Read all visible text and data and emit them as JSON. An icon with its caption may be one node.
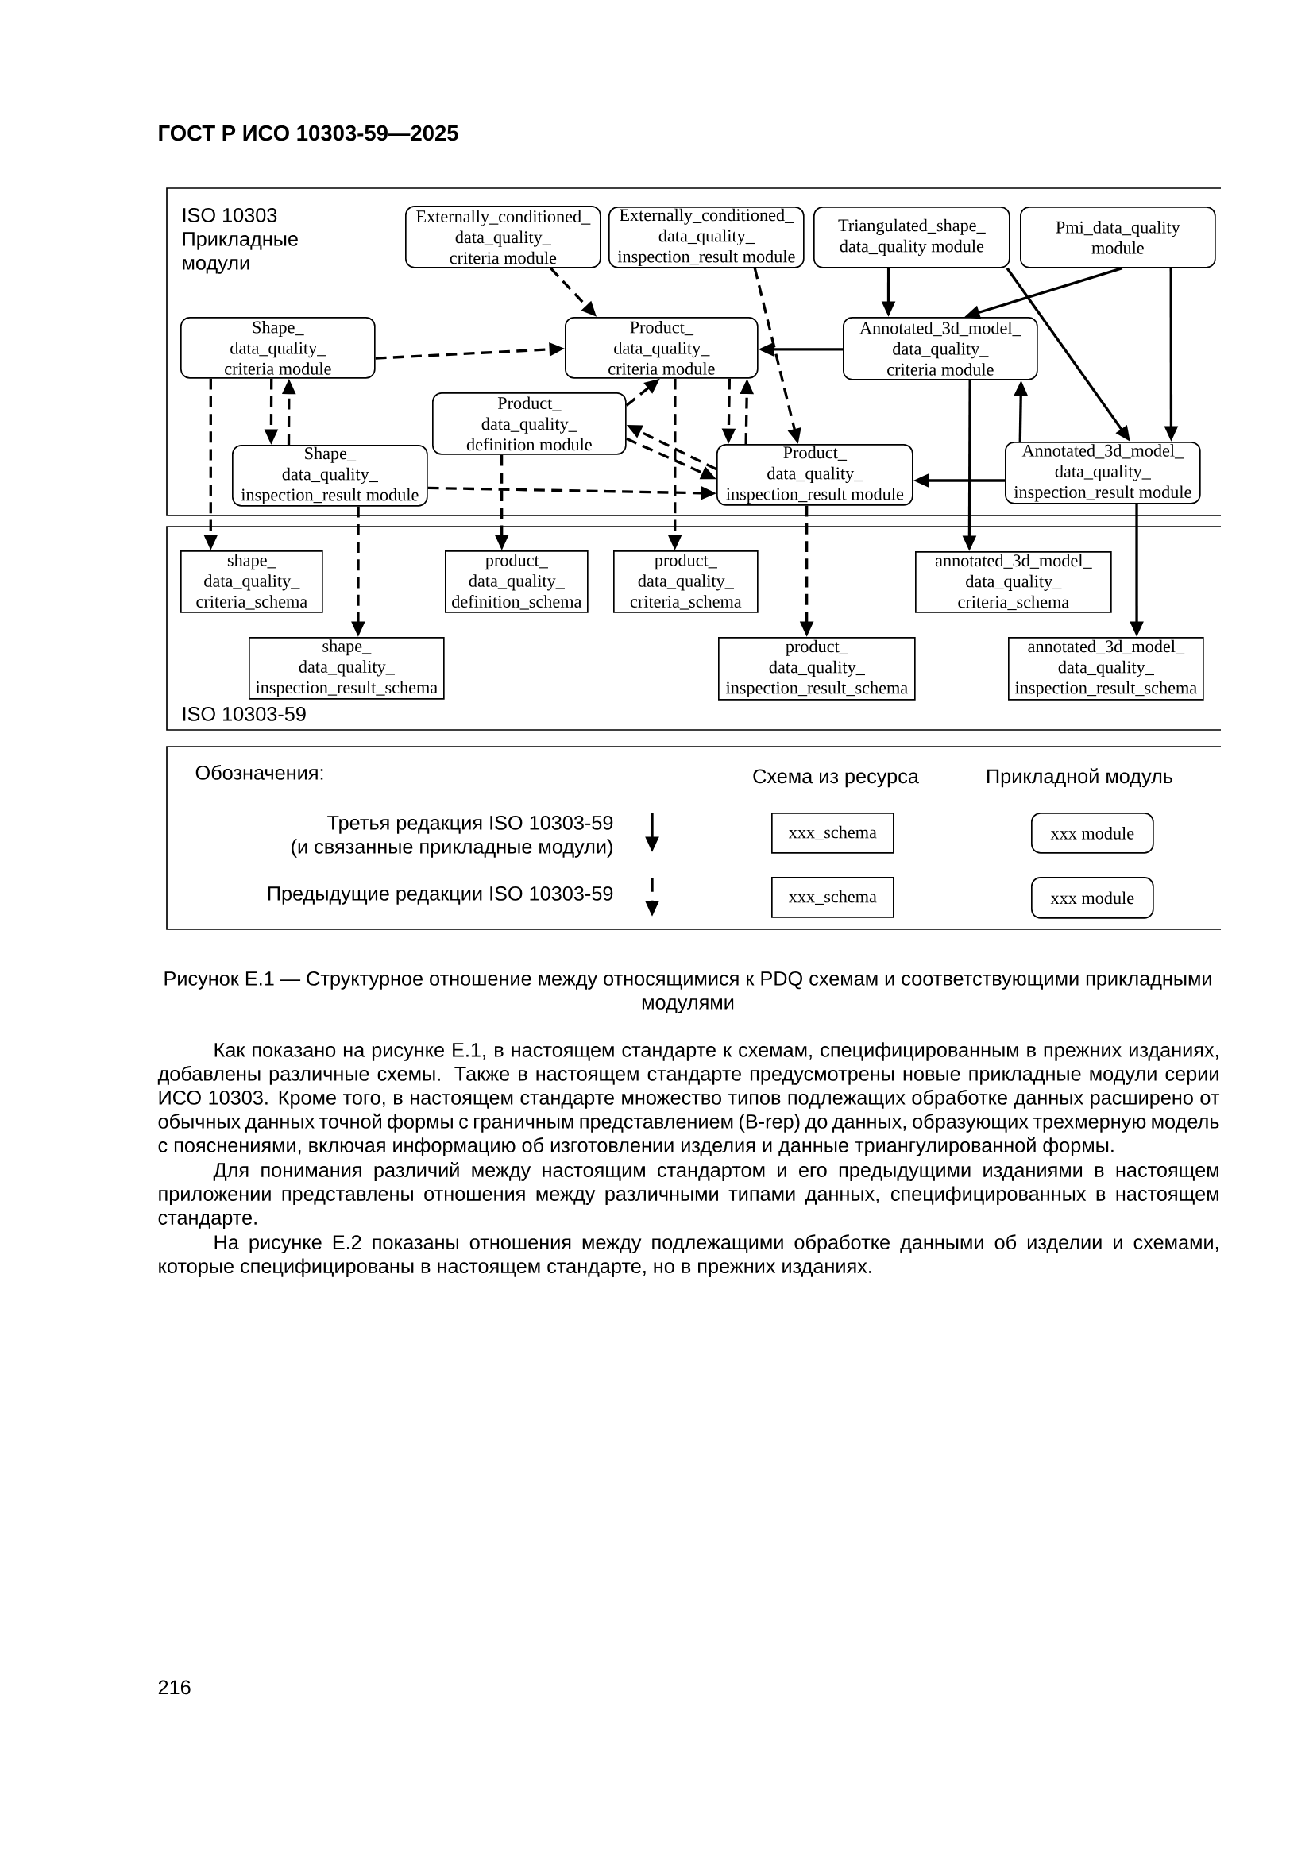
{
  "diagram": {
    "caption": "Рисунок Е.1 — Структурное отношение между относящимися к PDQ схемам и соответствующими прикладными модулями",
    "nodes": [
      {
        "text": [
          "ISO 10303 Прикладные модули"
        ]
      },
      {
        "text": [
          "Externally_conditioned_ data_quality_ criteria module"
        ],
        "in": 0
      },
      {
        "text": [
          "Externally_conditioned_ data_quality_ inspection_result module"
        ],
        "in": 0
      },
      {
        "text": [
          "Triangulated_shape_ data_quality module"
        ],
        "in": 0
      },
      {
        "text": [
          "Pmi_data_quality module"
        ],
        "in": 0
      },
      {
        "text": [
          "Shape_ data_quality_ criteria module"
        ],
        "in": 0
      },
      {
        "text": [
          "Product_ data_quality_ criteria module"
        ],
        "in": 0
      },
      {
        "text": [
          "Annotated_3d_model_ data_quality_ criteria module"
        ],
        "in": 0
      },
      {
        "text": [
          "Product_ data_quality_ definition module"
        ],
        "in": 0
      },
      {
        "text": [
          "Shape_ data_quality_ inspection_result module"
        ],
        "in": 0
      },
      {
        "text": [
          "Product_ data_quality_ inspection_result module"
        ],
        "in": 0
      },
      {
        "text": [
          "Annotated_3d_model_ data_quality_ inspection_result module"
        ],
        "in": 0
      },
      {
        "text": [
          "ISO 10303-59"
        ]
      },
      {
        "text": [
          "shape_ data_quality_ criteria_schema"
        ],
        "in": 12
      },
      {
        "text": [
          "product_ data_quality_ definition_schema"
        ],
        "in": 12
      },
      {
        "text": [
          "product_ data_quality_ criteria_schema"
        ],
        "in": 12
      },
      {
        "text": [
          "annotated_3d_model_ data_quality_ criteria_schema"
        ],
        "in": 12
      },
      {
        "text": [
          "shape_ data_quality_ inspection_result_schema"
        ],
        "in": 12
      },
      {
        "text": [
          "product_ data_quality_ inspection_result_schema"
        ],
        "in": 12
      },
      {
        "text": [
          "annotated_3d_model_ data_quality_ inspection_result_schema"
        ],
        "in": 12
      },
      {
        "text": [
          "Обозначения:"
        ]
      },
      {
        "text": [
          "xxx_schema"
        ],
        "in": 20
      },
      {
        "text": [
          "xxx module"
        ],
        "in": 20
      },
      {
        "text": [
          "xxx_schema"
        ],
        "in": 20
      },
      {
        "text": [
          "xxx module"
        ],
        "in": 20
      }
    ],
    "edges": [
      {
        "from": 3,
        "to": 7,
        "arrow": "to"
      },
      {
        "from": 4,
        "to": 7,
        "arrow": "to"
      },
      {
        "from": 3,
        "to": 11,
        "arrow": "to"
      },
      {
        "from": 4,
        "to": 11,
        "arrow": "to"
      },
      {
        "from": 7,
        "to": 6,
        "arrow": "to"
      },
      {
        "from": 11,
        "to": 7,
        "arrow": "to"
      },
      {
        "from": 11,
        "to": 10,
        "arrow": "to"
      },
      {
        "from": 7,
        "to": 16,
        "arrow": "to"
      },
      {
        "from": 11,
        "to": 19,
        "arrow": "to"
      },
      {
        "from": 1,
        "to": 6,
        "arrow": "to",
        "style": "dashed"
      },
      {
        "from": 2,
        "to": 10,
        "arrow": "to",
        "style": "dashed"
      },
      {
        "from": 5,
        "to": 6,
        "arrow": "to",
        "style": "dashed"
      },
      {
        "from": 5,
        "to": 9,
        "arrow": "to",
        "style": "dashed"
      },
      {
        "from": 9,
        "to": 5,
        "arrow": "to",
        "style": "dashed"
      },
      {
        "from": 5,
        "to": 13,
        "arrow": "to",
        "style": "dashed"
      },
      {
        "from": 9,
        "to": 17,
        "arrow": "to",
        "style": "dashed"
      },
      {
        "from": 8,
        "to": 14,
        "arrow": "to",
        "style": "dashed"
      },
      {
        "from": 8,
        "to": 6,
        "arrow": "to",
        "style": "dashed"
      },
      {
        "from": 10,
        "to": 8,
        "arrow": "to",
        "style": "dashed"
      },
      {
        "from": 8,
        "to": 10,
        "arrow": "to",
        "style": "dashed"
      },
      {
        "from": 9,
        "to": 10,
        "arrow": "to",
        "style": "dashed"
      },
      {
        "from": 6,
        "to": 10,
        "arrow": "to",
        "style": "dashed"
      },
      {
        "from": 10,
        "to": 6,
        "arrow": "to",
        "style": "dashed"
      },
      {
        "from": 6,
        "to": 15,
        "arrow": "to",
        "style": "dashed"
      },
      {
        "from": 10,
        "to": 18,
        "arrow": "to",
        "style": "dashed"
      }
    ],
    "labels": [
      "ГОСТ Р ИСО 10303-59—2025",
      "Схема из ресурса",
      "Прикладной модуль",
      "Как показано на рисунке Е.1, в настоящем стандарте к схемам, специфицированным в прежних изданиях, добавлены различные схемы. Также в настоящем стандарте предусмотрены новые прикладные модули серии ИСО 10303. Кроме того, в настоящем стандарте множество типов подлежащих обработке данных расширено от обычных данных точной формы с граничным представлением (B-rep) до данных, образующих трехмерную модель с пояснениями, включая информацию об изготовлении изделия и данные триангулированной формы.",
      "Для понимания различий между настоящим стандартом и его предыдущими изданиями в настоящем приложении представлены отношения между различными типами данных, специфицированных в настоящем стандарте.",
      "На рисунке Е.2 показаны отношения между подлежащими обработке данными об изделии и схемами, которые специфицированы в настоящем стандарте, но в прежних изданиях.",
      "216"
    ],
    "legend": [
      {
        "text": "Третья редакция ISO 10303-59 (и связанные прикладные модули)"
      },
      {
        "text": "Предыдущие редакции ISO 10303-59"
      }
    ]
  }
}
